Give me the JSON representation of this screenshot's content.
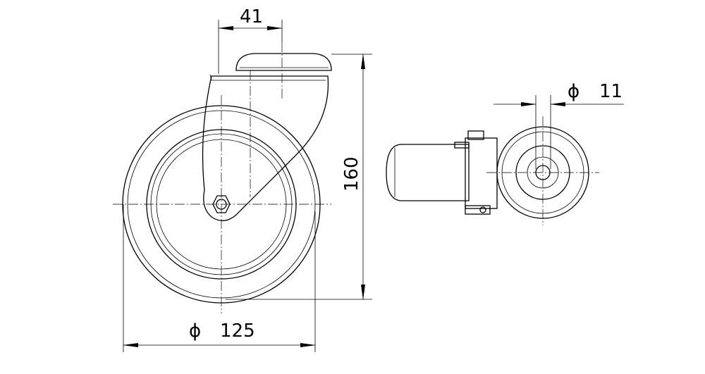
{
  "drawing": {
    "title": "Swivel castor with bolt hole",
    "dimensions": {
      "offset": "41",
      "height": "160",
      "wheel_diameter_symbol": "ϕ",
      "wheel_diameter": "125",
      "bolt_hole_symbol": "ϕ",
      "bolt_hole": "11"
    },
    "color": "#000000"
  }
}
